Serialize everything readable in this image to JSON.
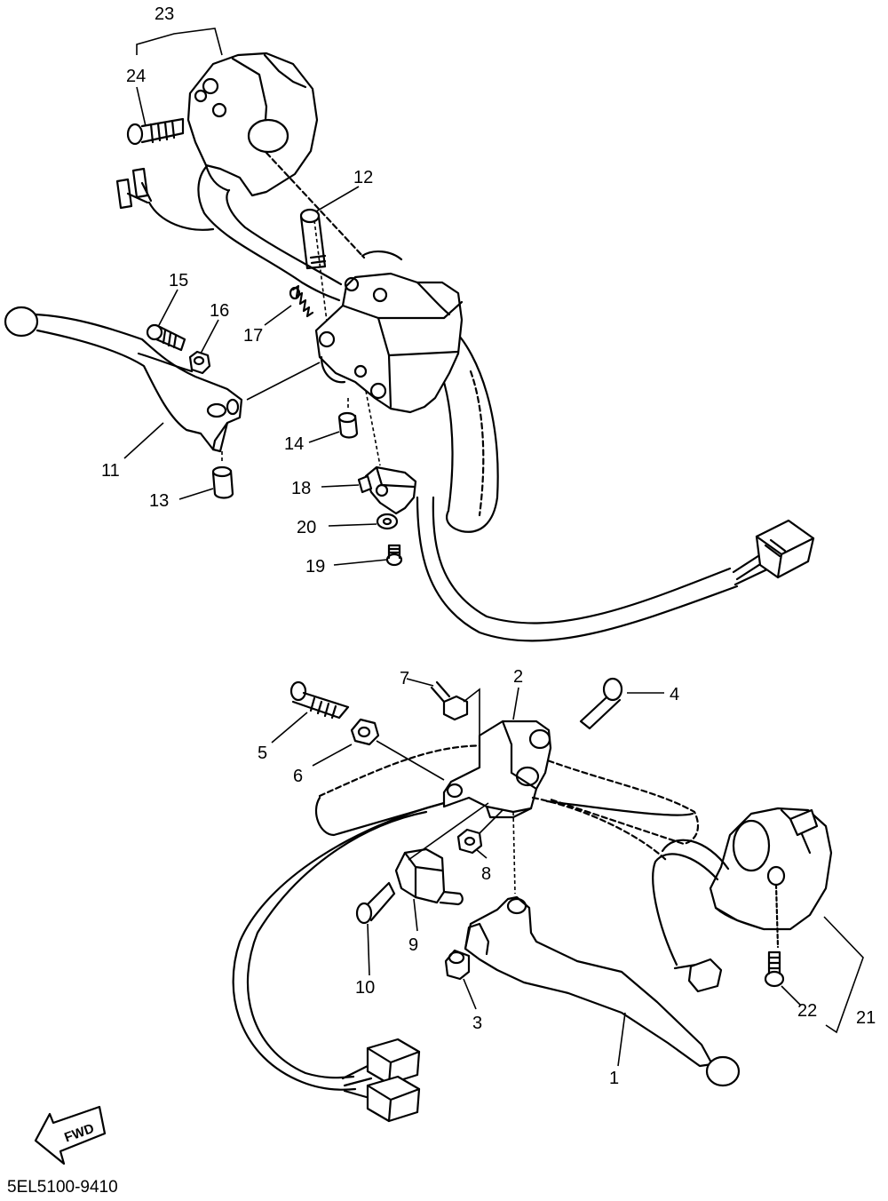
{
  "diagram": {
    "drawing_code": "5EL5100-9410",
    "fwd_label": "FWD",
    "callouts": [
      "1",
      "2",
      "3",
      "4",
      "5",
      "6",
      "7",
      "8",
      "9",
      "10",
      "11",
      "12",
      "13",
      "14",
      "15",
      "16",
      "17",
      "18",
      "19",
      "20",
      "21",
      "22",
      "23",
      "24"
    ]
  }
}
